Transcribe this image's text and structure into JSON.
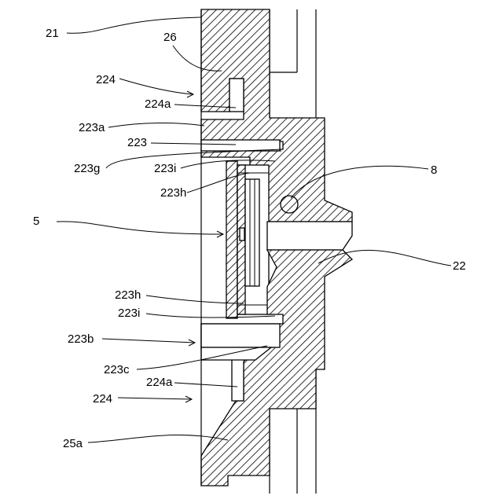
{
  "labels": {
    "l21": "21",
    "l26": "26",
    "l224_top": "224",
    "l224a_top": "224a",
    "l223a": "223a",
    "l223": "223",
    "l223g": "223g",
    "l223i_top": "223i",
    "l223h_top": "223h",
    "l8": "8",
    "l5": "5",
    "l22": "22",
    "l223h_bot": "223h",
    "l223i_bot": "223i",
    "l223b": "223b",
    "l223c": "223c",
    "l224a_bot": "224a",
    "l224_bot": "224",
    "l25a": "25a"
  }
}
